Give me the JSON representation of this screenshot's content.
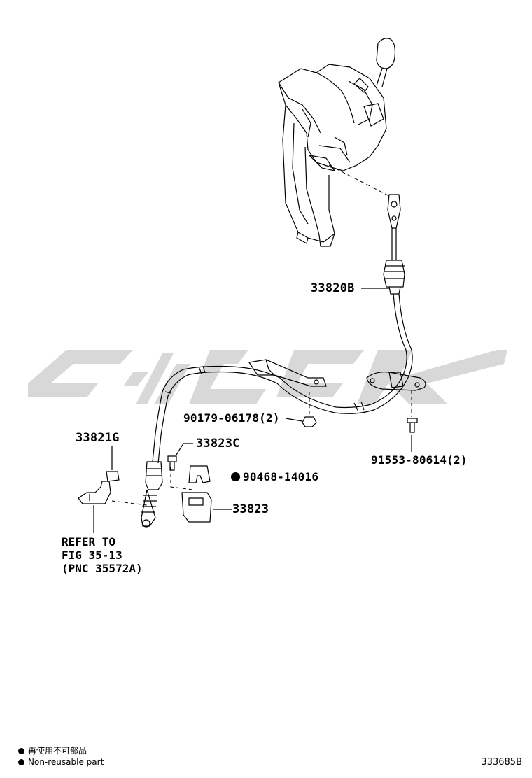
{
  "diagram": {
    "parts": [
      {
        "id": "p1",
        "label": "33820B"
      },
      {
        "id": "p2",
        "label": "90179-06178(2)"
      },
      {
        "id": "p3",
        "label": "91553-80614(2)"
      },
      {
        "id": "p4",
        "label": "33821G"
      },
      {
        "id": "p5",
        "label": "33823C"
      },
      {
        "id": "p6",
        "label": "90468-14016",
        "non_reusable": true
      },
      {
        "id": "p7",
        "label": "33823"
      }
    ],
    "refer": {
      "line1": "REFER TO",
      "line2": "FIG 35-13",
      "line3": "(PNC 35572A)"
    }
  },
  "legend": {
    "jp": "再使用不可部品",
    "en": "Non-reusable part"
  },
  "figure_id": "333685B",
  "colors": {
    "line": "#000000",
    "watermark": "#d9d9d9"
  }
}
